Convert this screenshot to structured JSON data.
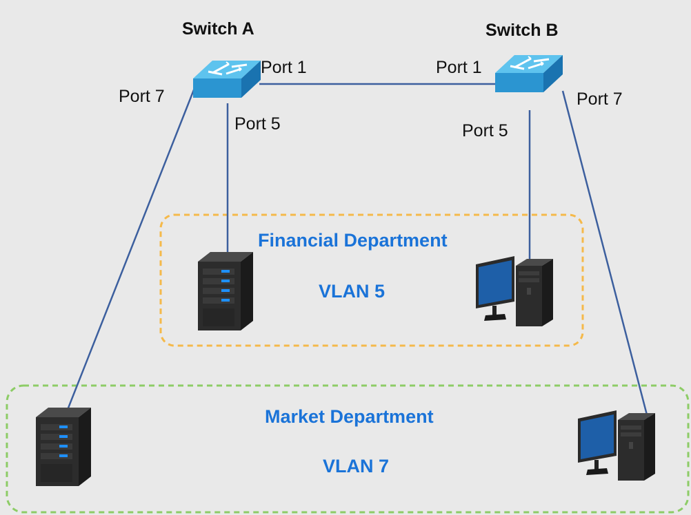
{
  "colors": {
    "link": "#3c5f9e",
    "financial_border": "#f5b94a",
    "market_border": "#8dcc66",
    "dept_text": "#1a73d8",
    "label_text": "#111111",
    "switch_top": "#5ec3ee",
    "switch_side": "#1f86c4"
  },
  "switches": {
    "a": {
      "label": "Switch A",
      "icon": "network-switch-icon"
    },
    "b": {
      "label": "Switch B",
      "icon": "network-switch-icon"
    }
  },
  "ports": {
    "a_port1": "Port 1",
    "a_port5": "Port 5",
    "a_port7": "Port 7",
    "b_port1": "Port 1",
    "b_port5": "Port 5",
    "b_port7": "Port 7"
  },
  "groups": {
    "financial": {
      "name": "Financial Department",
      "vlan": "VLAN 5"
    },
    "market": {
      "name": "Market Department",
      "vlan": "VLAN 7"
    }
  },
  "devices": {
    "financial_server": {
      "icon": "server-icon"
    },
    "financial_pc": {
      "icon": "desktop-pc-icon"
    },
    "market_server": {
      "icon": "server-icon"
    },
    "market_pc": {
      "icon": "desktop-pc-icon"
    }
  }
}
